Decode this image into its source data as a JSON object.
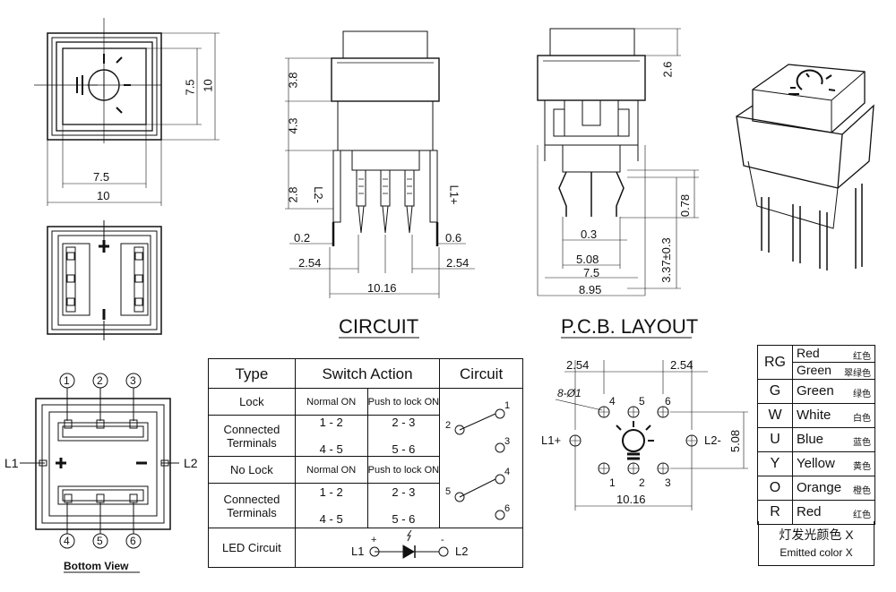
{
  "titles": {
    "circuit": "CIRCUIT",
    "pcb_layout": "P.C.B. LAYOUT",
    "bottom_view": "Bottom View"
  },
  "dimensions": {
    "top_inner": "7.5",
    "top_outer": "10",
    "top_h_inner": "7.5",
    "top_h_outer": "10",
    "side_38": "3.8",
    "side_43": "4.3",
    "side_28": "2.8",
    "side_02": "0.2",
    "side_06": "0.6",
    "side_254a": "2.54",
    "side_254b": "2.54",
    "side_1016": "10.16",
    "side_l2": "L2-",
    "side_l1": "L1+",
    "front_26": "2.6",
    "front_078": "0.78",
    "front_337": "3.37±0.3",
    "front_03": "0.3",
    "front_508": "5.08",
    "front_75": "7.5",
    "front_895": "8.95"
  },
  "bottom_view": {
    "pins_top": [
      "1",
      "2",
      "3"
    ],
    "pins_bottom": [
      "4",
      "5",
      "6"
    ],
    "l1": "L1",
    "l2": "L2",
    "plus": "+",
    "minus": "−"
  },
  "switch_table": {
    "header": [
      "Type",
      "Switch Action",
      "Circuit"
    ],
    "rows": [
      {
        "type": "Lock",
        "a": "Normal ON",
        "b": "Push to lock ON"
      },
      {
        "type": "Connected Terminals",
        "a1": "1 - 2",
        "a2": "4 - 5",
        "b1": "2 - 3",
        "b2": "5 - 6"
      },
      {
        "type": "No Lock",
        "a": "Normal ON",
        "b": "Push to lock ON"
      },
      {
        "type": "Connected Terminals",
        "a1": "1 - 2",
        "a2": "4 - 5",
        "b1": "2 - 3",
        "b2": "5 - 6"
      }
    ],
    "circuit_nums": [
      "1",
      "2",
      "3",
      "4",
      "5",
      "6"
    ],
    "led_label": "LED Circuit",
    "led_l1": "L1",
    "led_l2": "L2",
    "led_plus": "+",
    "led_minus": "-"
  },
  "pcb": {
    "dim_254a": "2.54",
    "dim_254b": "2.54",
    "hole": "8-Ø1",
    "dim_508": "5.08",
    "dim_1016": "10.16",
    "l1": "L1+",
    "l2": "L2-",
    "pins_top": [
      "4",
      "5",
      "6"
    ],
    "pins_bottom": [
      "1",
      "2",
      "3"
    ]
  },
  "color_table": {
    "rows": [
      {
        "code": "RG",
        "en": "Red",
        "cn": "红色",
        "en2": "Green",
        "cn2": "翠绿色"
      },
      {
        "code": "G",
        "en": "Green",
        "cn": "绿色"
      },
      {
        "code": "W",
        "en": "White",
        "cn": "白色"
      },
      {
        "code": "U",
        "en": "Blue",
        "cn": "蓝色"
      },
      {
        "code": "Y",
        "en": "Yellow",
        "cn": "黄色"
      },
      {
        "code": "O",
        "en": "Orange",
        "cn": "橙色"
      },
      {
        "code": "R",
        "en": "Red",
        "cn": "红色"
      }
    ],
    "note_cn": "灯发光颜色 X",
    "note_en": "Emitted color X"
  }
}
